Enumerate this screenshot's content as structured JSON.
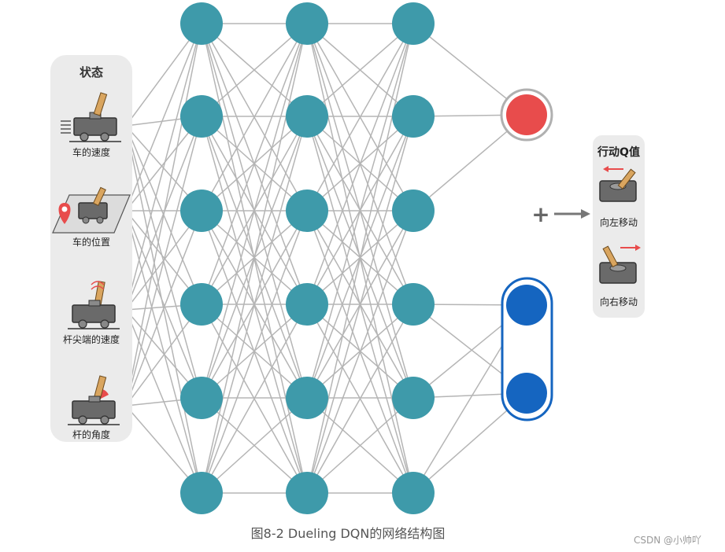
{
  "diagram": {
    "state_panel": {
      "title": "状态",
      "items": [
        {
          "label": "车的速度",
          "icon": "cart-speed-icon"
        },
        {
          "label": "车的位置",
          "icon": "cart-position-icon"
        },
        {
          "label": "杆尖端的速度",
          "icon": "pole-tip-speed-icon"
        },
        {
          "label": "杆的角度",
          "icon": "pole-angle-icon"
        }
      ]
    },
    "network": {
      "hidden_layers": 3,
      "nodes_per_layer": 6
    },
    "value_head": {
      "color": "#e84c4c"
    },
    "advantage_head": {
      "nodes": 2,
      "color": "#1565c0"
    },
    "combine_symbol": "+",
    "output_panel": {
      "title": "行动Q值",
      "items": [
        {
          "label": "向左移动",
          "icon": "cart-move-left-icon"
        },
        {
          "label": "向右移动",
          "icon": "cart-move-right-icon"
        }
      ]
    },
    "caption": "图8-2 Dueling DQN的网络结构图",
    "watermark": "CSDN @小帅吖",
    "colors": {
      "node": "#3e9aaa",
      "edge": "#b5b5b5",
      "panel": "#ebebeb",
      "arrow_red": "#e84c4c"
    }
  }
}
